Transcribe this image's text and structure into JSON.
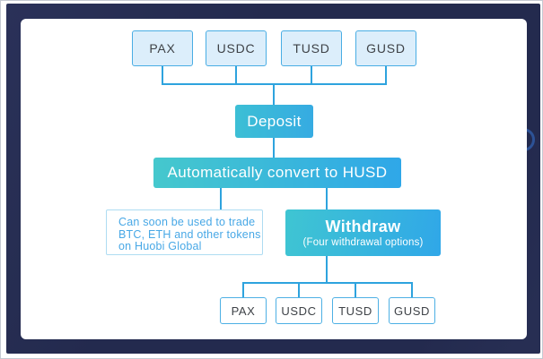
{
  "diagram": {
    "top_row": [
      "PAX",
      "USDC",
      "TUSD",
      "GUSD"
    ],
    "deposit_label": "Deposit",
    "convert_label": "Automatically convert to HUSD",
    "note_lines": [
      "Can soon be used to trade",
      "BTC, ETH and other tokens",
      "on Huobi Global"
    ],
    "withdraw_label": "Withdraw",
    "withdraw_sub": "(Four withdrawal options)",
    "bottom_row": [
      "PAX",
      "USDC",
      "TUSD",
      "GUSD"
    ]
  },
  "colors": {
    "frame_navy": "#232a4e",
    "connector_blue": "#2ea3de",
    "token_fill": "#dceefb",
    "token_border": "#49ade4",
    "gradient_start": "#45c8cd",
    "gradient_end": "#2fa7e8",
    "note_text": "#48a8e6",
    "note_border": "#aedcf2",
    "label_text": "#3e4247"
  }
}
